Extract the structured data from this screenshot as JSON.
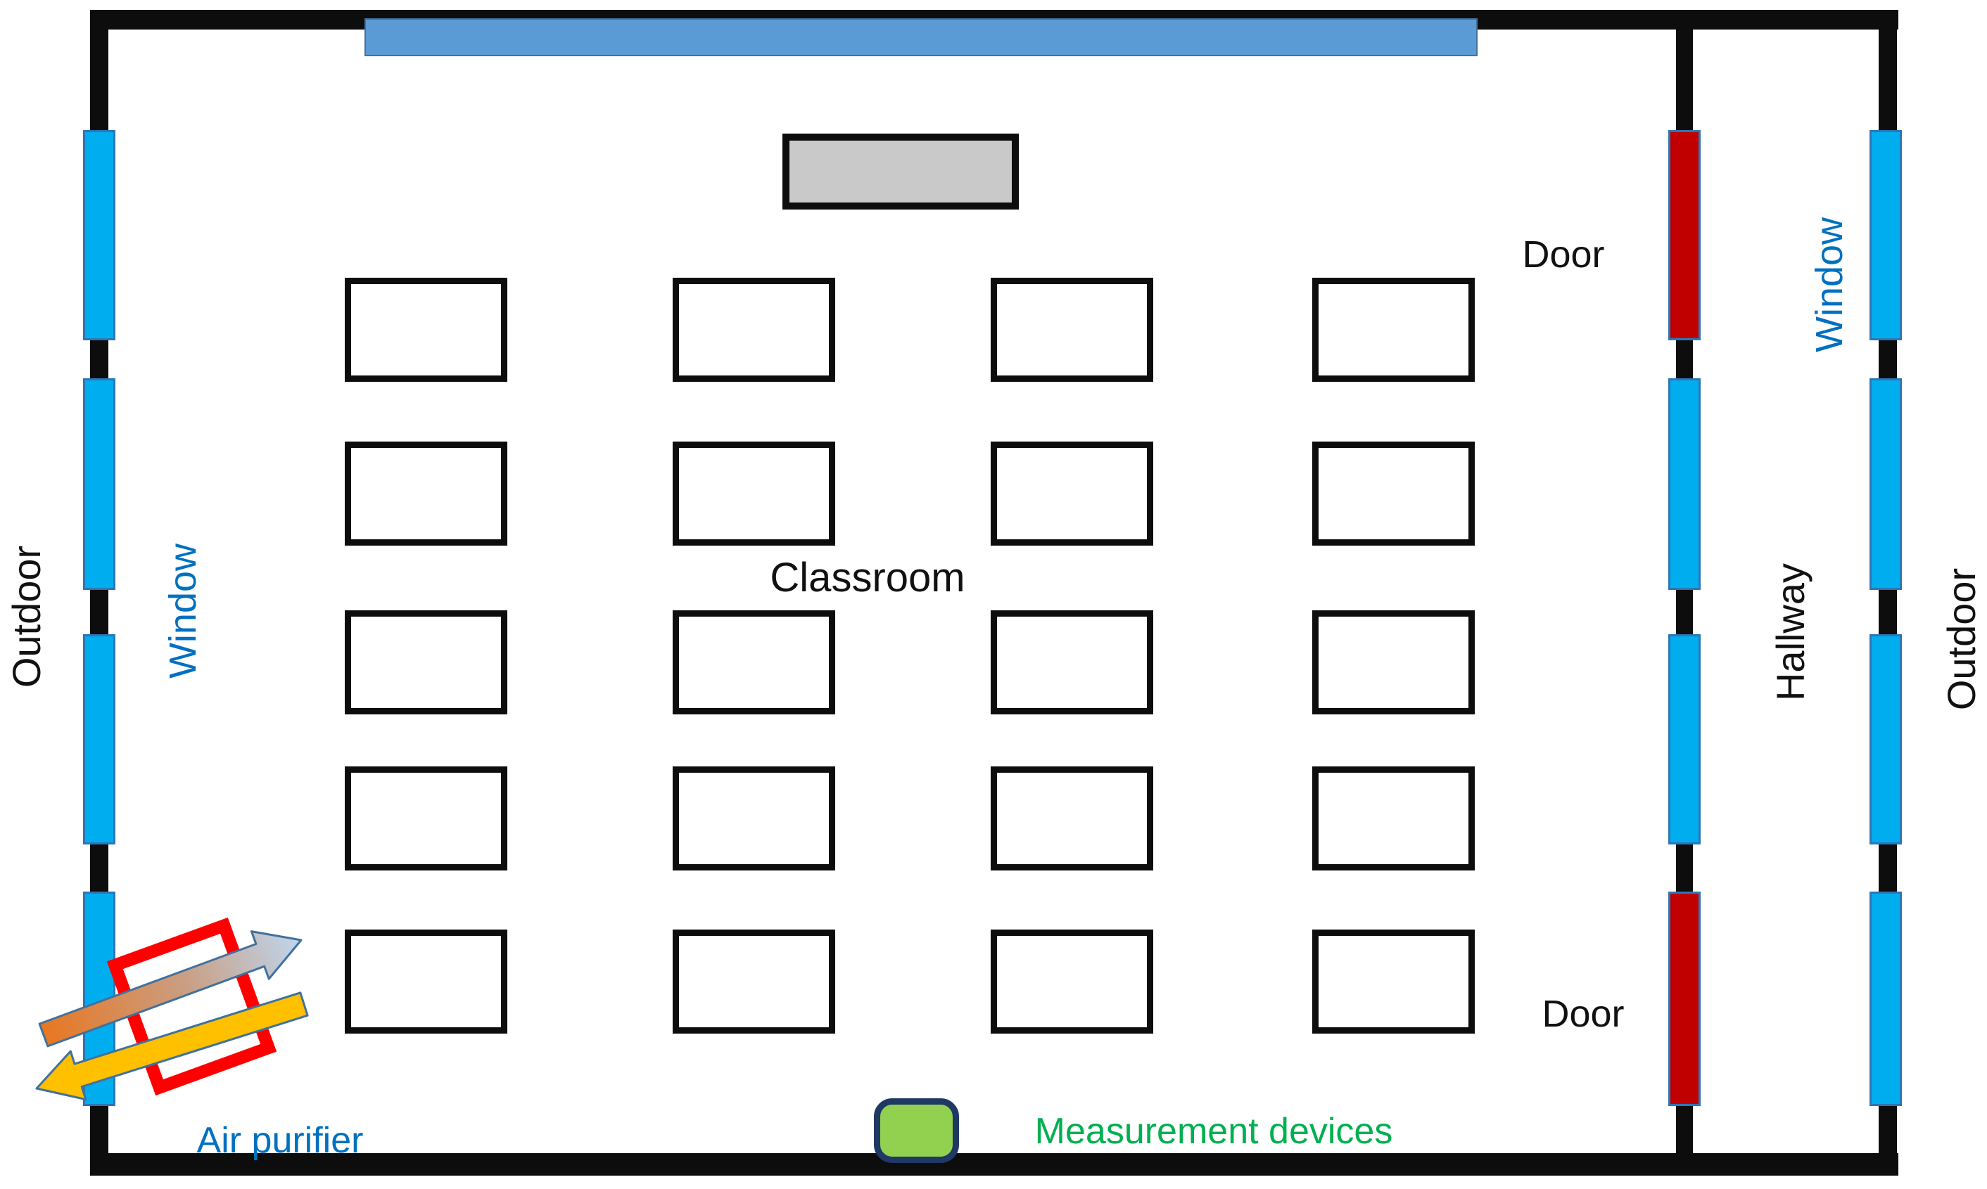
{
  "figure": {
    "type": "floor-plan",
    "room_name": "Classroom"
  },
  "labels": {
    "classroom": "Classroom",
    "hallway": "Hallway",
    "outdoor_left": "Outdoor",
    "outdoor_right": "Outdoor",
    "window_left": "Window",
    "window_right": "Window",
    "door_top": "Door",
    "door_bottom": "Door",
    "air_purifier": "Air purifier",
    "measurement_devices": "Measurement devices"
  },
  "openings": {
    "left_wall": [
      "window",
      "window",
      "window",
      "window"
    ],
    "inner_wall": [
      "door",
      "window",
      "window",
      "door"
    ],
    "right_wall": [
      "window",
      "window",
      "window",
      "window"
    ]
  },
  "furniture": {
    "student_desks": {
      "rows": 5,
      "columns": 4,
      "count": 20
    },
    "teacher_desk_count": 1,
    "blackboard_count": 1,
    "measurement_device_count": 1,
    "air_purifier_count": 1
  },
  "colors": {
    "wall": "#0d0d0d",
    "window": "#00AEEF",
    "window_border": "#2E75B6",
    "door": "#C00000",
    "blackboard": "#5B9BD5",
    "blackboard_border": "#41719C",
    "teacher_desk": "#C9C9C9",
    "desk_fill": "#FFFFFF",
    "device_fill": "#92D050",
    "device_border": "#1F3864",
    "purifier_outline": "#FF0000",
    "arrow_gold": "#FFC000",
    "arrow_grad_start": "#E87722",
    "arrow_grad_mid": "#C99E83",
    "arrow_grad_end": "#BFD6EE",
    "arrow_stroke": "#41719C",
    "label_blue": "#0070C0",
    "label_green": "#00B050",
    "label_black": "#111111"
  }
}
